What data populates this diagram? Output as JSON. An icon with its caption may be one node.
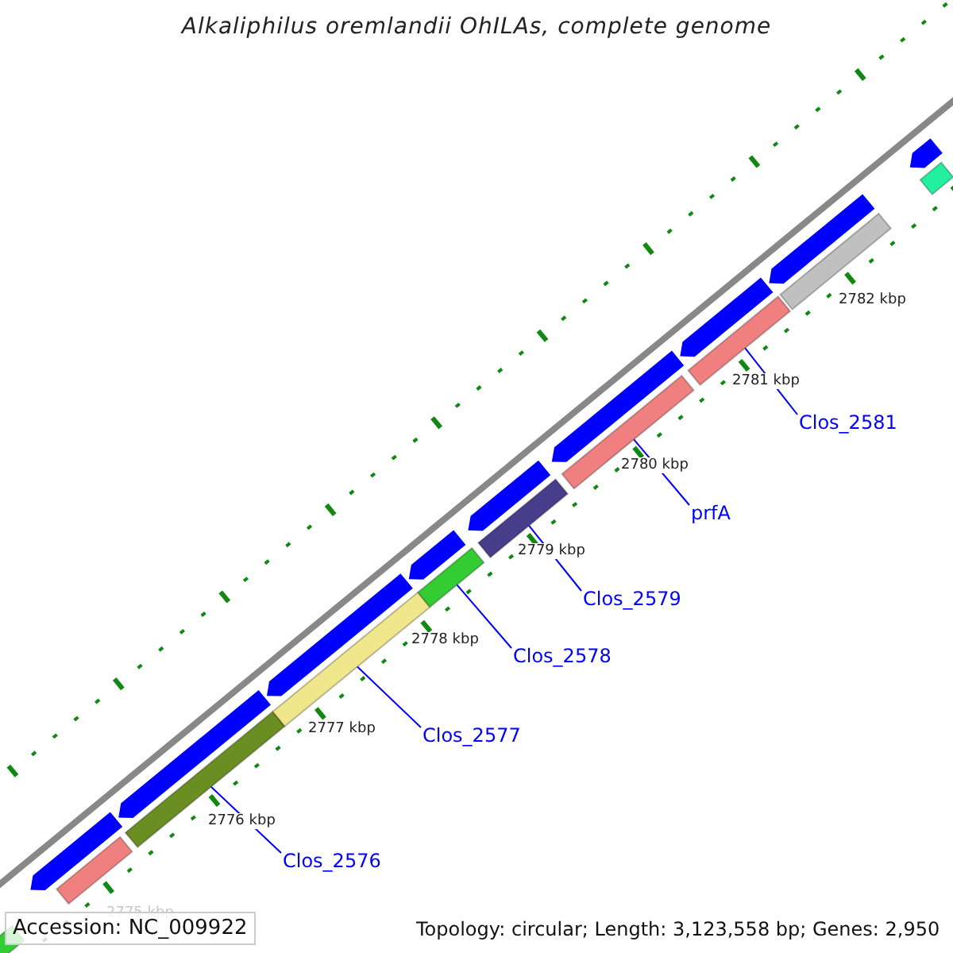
{
  "diagram": {
    "title": "Alkaliphilus oremlandii OhILAs, complete genome",
    "nodes": [
      {
        "text": [
          "Clos_2581"
        ]
      },
      {
        "text": [
          "prfA"
        ]
      },
      {
        "text": [
          "Clos_2579"
        ]
      },
      {
        "text": [
          "Clos_2578"
        ]
      },
      {
        "text": [
          "Clos_2577"
        ]
      },
      {
        "text": [
          "Clos_2576"
        ]
      },
      {
        "text": [],
        "shape": "bar"
      },
      {
        "text": [],
        "shape": "bar"
      },
      {
        "text": [],
        "shape": "bar"
      },
      {
        "text": [],
        "shape": "bar"
      },
      {
        "text": [],
        "shape": "bar"
      },
      {
        "text": [],
        "shape": "bar"
      },
      {
        "text": [],
        "shape": "bar"
      },
      {
        "text": [],
        "shape": "bar"
      },
      {
        "text": [],
        "shape": "bar"
      },
      {
        "text": [],
        "shape": "bar"
      },
      {
        "text": [],
        "shape": "arrow"
      },
      {
        "text": [],
        "shape": "arrow"
      },
      {
        "text": [],
        "shape": "arrow"
      },
      {
        "text": [],
        "shape": "arrow"
      },
      {
        "text": [],
        "shape": "arrow"
      },
      {
        "text": [],
        "shape": "arrow"
      },
      {
        "text": [],
        "shape": "arrow"
      },
      {
        "text": [],
        "shape": "arrow"
      },
      {
        "text": [],
        "shape": "arrow"
      }
    ],
    "edges": [
      {
        "from": 0,
        "to": 13,
        "arrow": "none"
      },
      {
        "from": 1,
        "to": 12,
        "arrow": "none"
      },
      {
        "from": 2,
        "to": 11,
        "arrow": "none"
      },
      {
        "from": 3,
        "to": 10,
        "arrow": "none"
      },
      {
        "from": 4,
        "to": 9,
        "arrow": "none"
      },
      {
        "from": 5,
        "to": 8,
        "arrow": "none"
      }
    ],
    "labels": [
      "2782 kbp",
      "2781 kbp",
      "2780 kbp",
      "2779 kbp",
      "2778 kbp",
      "2777 kbp",
      "2776 kbp",
      "2775 kbp",
      "Accession: NC_009922",
      "Topology: circular; Length: 3,123,558 bp; Genes: 2,950"
    ]
  }
}
